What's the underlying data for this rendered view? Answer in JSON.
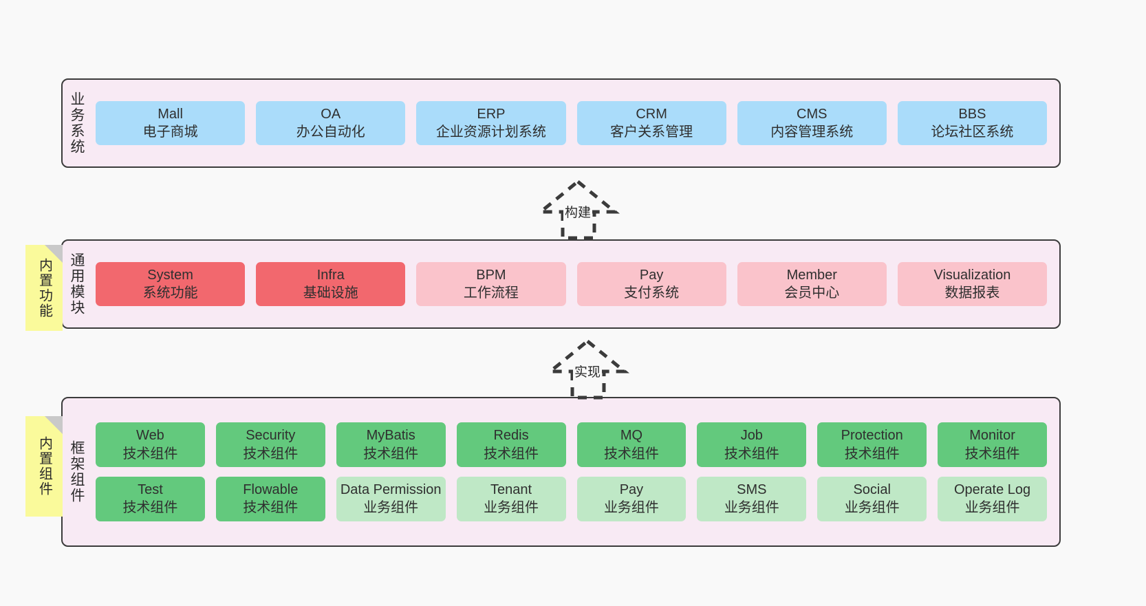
{
  "diagram": {
    "background_color": "#f9f9f9",
    "band_color": "#f8eaf4",
    "sticky_color": "#fafa9b",
    "colors": {
      "blue": "#aadcfa",
      "red": "#f2686e",
      "pink": "#fac3cb",
      "green": "#63c97d",
      "light_green": "#bfe8c6"
    }
  },
  "layers": {
    "business": {
      "title": "业务系统",
      "cards": [
        {
          "name": "Mall",
          "desc": "电子商城"
        },
        {
          "name": "OA",
          "desc": "办公自动化"
        },
        {
          "name": "ERP",
          "desc": "企业资源计划系统"
        },
        {
          "name": "CRM",
          "desc": "客户关系管理"
        },
        {
          "name": "CMS",
          "desc": "内容管理系统"
        },
        {
          "name": "BBS",
          "desc": "论坛社区系统"
        }
      ]
    },
    "common": {
      "title": "通用模块",
      "sticky": "内置功能",
      "cards": [
        {
          "name": "System",
          "desc": "系统功能"
        },
        {
          "name": "Infra",
          "desc": "基础设施"
        },
        {
          "name": "BPM",
          "desc": "工作流程"
        },
        {
          "name": "Pay",
          "desc": "支付系统"
        },
        {
          "name": "Member",
          "desc": "会员中心"
        },
        {
          "name": "Visualization",
          "desc": "数据报表"
        }
      ]
    },
    "framework": {
      "title": "框架组件",
      "sticky": "内置组件",
      "row1": [
        {
          "name": "Web",
          "desc": "技术组件"
        },
        {
          "name": "Security",
          "desc": "技术组件"
        },
        {
          "name": "MyBatis",
          "desc": "技术组件"
        },
        {
          "name": "Redis",
          "desc": "技术组件"
        },
        {
          "name": "MQ",
          "desc": "技术组件"
        },
        {
          "name": "Job",
          "desc": "技术组件"
        },
        {
          "name": "Protection",
          "desc": "技术组件"
        },
        {
          "name": "Monitor",
          "desc": "技术组件"
        }
      ],
      "row2": [
        {
          "name": "Test",
          "desc": "技术组件"
        },
        {
          "name": "Flowable",
          "desc": "技术组件"
        },
        {
          "name": "Data Permission",
          "desc": "业务组件"
        },
        {
          "name": "Tenant",
          "desc": "业务组件"
        },
        {
          "name": "Pay",
          "desc": "业务组件"
        },
        {
          "name": "SMS",
          "desc": "业务组件"
        },
        {
          "name": "Social",
          "desc": "业务组件"
        },
        {
          "name": "Operate Log",
          "desc": "业务组件"
        }
      ]
    }
  },
  "connectors": [
    {
      "label": "构建",
      "from": "common",
      "to": "business"
    },
    {
      "label": "实现",
      "from": "framework",
      "to": "common"
    }
  ]
}
